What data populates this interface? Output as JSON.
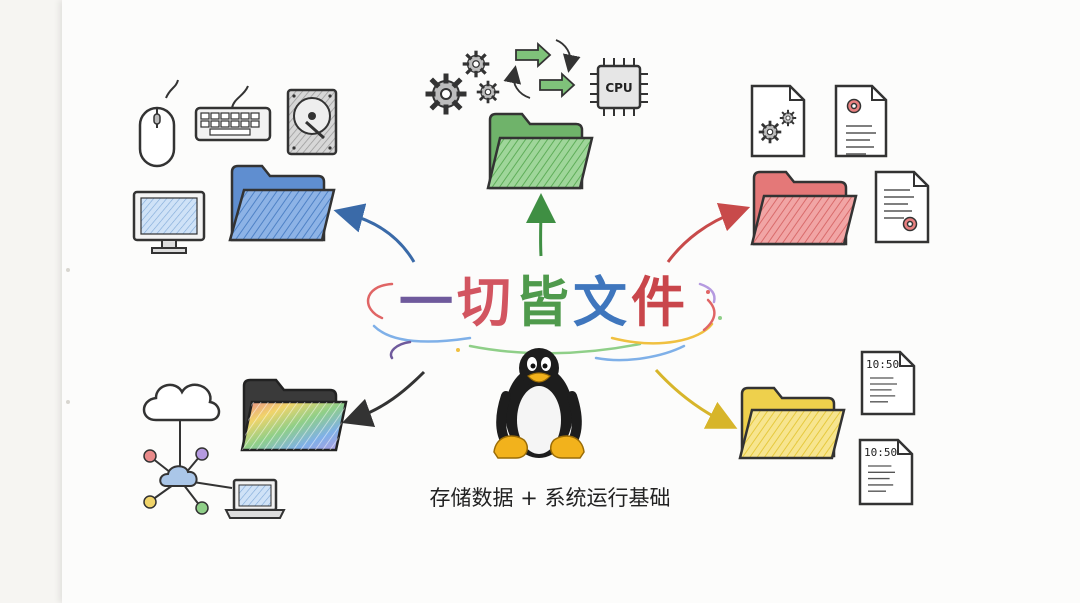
{
  "title": {
    "chars": [
      "一",
      "切",
      "皆",
      "文",
      "件"
    ]
  },
  "subtitle": "存储数据 + 系统运行基础",
  "cpu_label": "CPU",
  "clock_labels": [
    "10:50",
    "10:50"
  ],
  "colors": {
    "folder_blue": "#6b9bd6",
    "folder_green": "#7fc27a",
    "folder_red": "#e98080",
    "folder_yellow": "#f3dc6a",
    "arrow_blue": "#3a6aa8",
    "arrow_green": "#3f8f43",
    "arrow_red": "#c84a4a",
    "arrow_yellow": "#d7b52a",
    "arrow_dark": "#333333"
  },
  "icons": [
    "mouse-icon",
    "keyboard-icon",
    "hard-drive-icon",
    "monitor-icon",
    "gears-icon",
    "sync-arrows-icon",
    "cpu-chip-icon",
    "config-document-icon",
    "settings-document-icon",
    "cloud-icon",
    "network-icon",
    "laptop-icon",
    "log-document-icon",
    "tux-penguin-icon"
  ]
}
